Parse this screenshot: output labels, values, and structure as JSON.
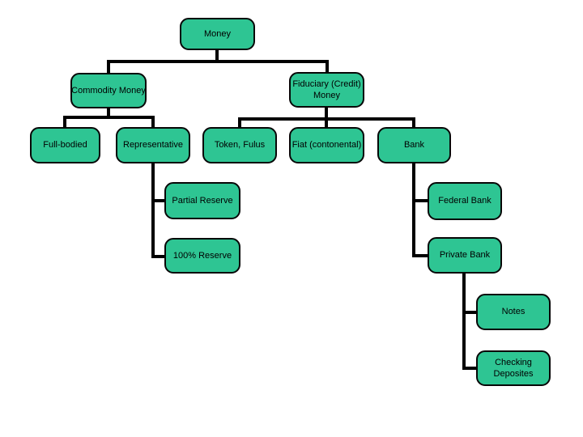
{
  "diagram": {
    "nodes": {
      "money": "Money",
      "commodity": "Commodity Money",
      "fiduciary": "Fiduciary (Credit) Money",
      "full_bodied": "Full-bodied",
      "representative": "Representative",
      "token": "Token, Fulus",
      "fiat": "Fiat (contonental)",
      "bank": "Bank",
      "partial_reserve": "Partial Reserve",
      "full_reserve": "100% Reserve",
      "federal_bank": "Federal Bank",
      "private_bank": "Private Bank",
      "notes": "Notes",
      "checking_deposites": "Checking Deposites"
    },
    "colors": {
      "node_fill": "#2ec593",
      "node_border": "#070707",
      "connector": "#000000",
      "background": "#ffffff"
    }
  }
}
